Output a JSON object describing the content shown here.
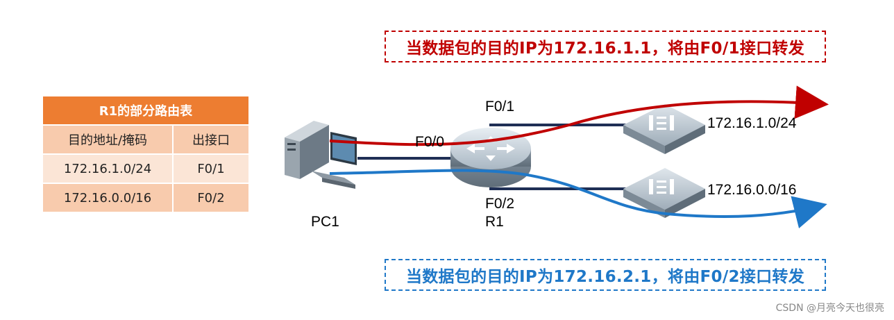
{
  "callouts": {
    "top": "当数据包的目的IP为172.16.1.1，将由F0/1接口转发",
    "bottom": "当数据包的目的IP为172.16.2.1，将由F0/2接口转发"
  },
  "routing_table": {
    "title": "R1的部分路由表",
    "headers": [
      "目的地址/掩码",
      "出接口"
    ],
    "rows": [
      [
        "172.16.1.0/24",
        "F0/1"
      ],
      [
        "172.16.0.0/16",
        "F0/2"
      ]
    ]
  },
  "labels": {
    "pc": "PC1",
    "router": "R1",
    "f00": "F0/0",
    "f01": "F0/1",
    "f02": "F0/2",
    "net1": "172.16.1.0/24",
    "net2": "172.16.0.0/16"
  },
  "colors": {
    "red_path": "#c00000",
    "blue_path": "#1f78c8",
    "link": "#1f2f55",
    "table_header": "#ed7d31"
  },
  "icons": [
    "pc-icon",
    "router-icon",
    "switch-icon"
  ],
  "watermark": "CSDN @月亮今天也很亮"
}
